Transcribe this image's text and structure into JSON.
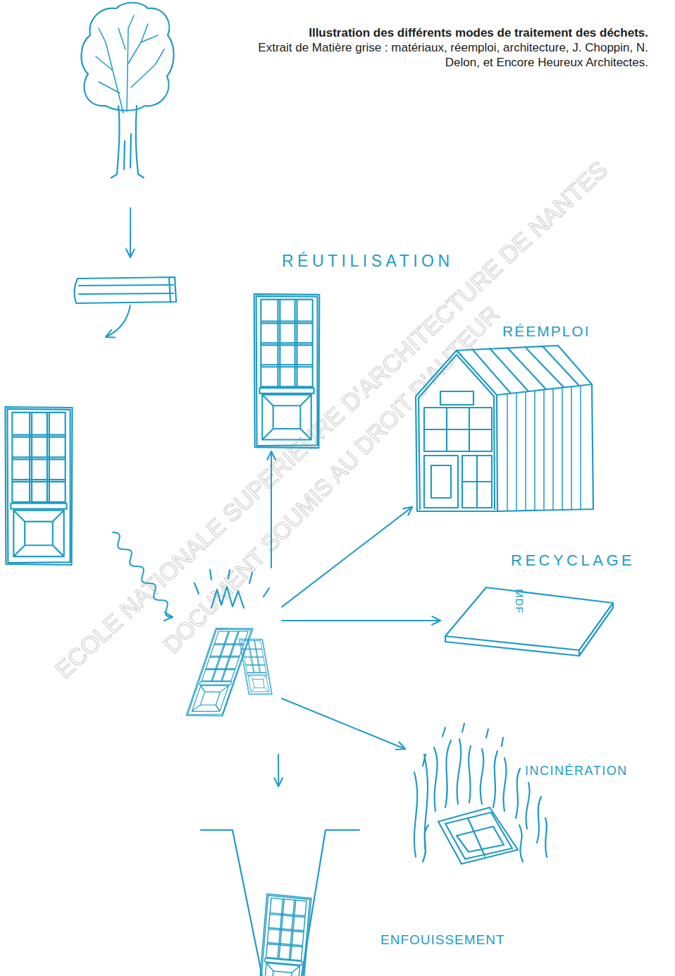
{
  "diagram": {
    "title": "Illustration des différents modes de traitement des déchets.",
    "caption": "Extrait de Matière grise : matériaux, réemploi, architecture, J. Choppin, N. Delon, et Encore Heureux Architectes.",
    "nodes": [
      {
        "text": []
      },
      {
        "text": []
      },
      {
        "text": []
      },
      {
        "text": []
      },
      {
        "text": [
          "RÉUTILISATION"
        ]
      },
      {
        "text": [
          "RÉEMPLOI"
        ]
      },
      {
        "text": [
          "RECYCLAGE",
          "MDF"
        ]
      },
      {
        "text": [
          "INCINÉRATION"
        ]
      },
      {
        "text": [
          "ENFOUISSEMENT"
        ]
      }
    ],
    "edges": [
      {
        "from": 0,
        "to": 1,
        "arrow": "to"
      },
      {
        "from": 1,
        "to": 2,
        "arrow": "to"
      },
      {
        "from": 2,
        "to": 3,
        "arrow": "to"
      },
      {
        "from": 3,
        "to": 4,
        "arrow": "to"
      },
      {
        "from": 3,
        "to": 5,
        "arrow": "to"
      },
      {
        "from": 3,
        "to": 6,
        "arrow": "to"
      },
      {
        "from": 3,
        "to": 7,
        "arrow": "to"
      },
      {
        "from": 3,
        "to": 8,
        "arrow": "to"
      }
    ],
    "labels": [
      "ECOLE NATIONALE SUPERIEURE D'ARCHITECTURE DE NANTES",
      "DOCUMENT SOUMIS AU DROIT D'AUTEUR"
    ]
  }
}
